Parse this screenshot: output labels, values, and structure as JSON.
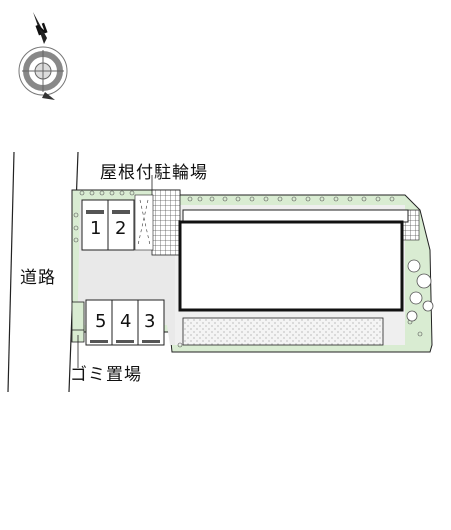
{
  "compass": {
    "north_label": "N",
    "icon": "compass-rose-icon"
  },
  "labels": {
    "road": "道路",
    "bicycle_parking": "屋根付駐輪場",
    "garbage": "ゴミ置場"
  },
  "parking_top": [
    "1",
    "2"
  ],
  "parking_bottom": [
    "5",
    "4",
    "3"
  ],
  "colors": {
    "greenery": "#d9ecd2",
    "paved": "#e9e9e9",
    "outline": "#222222"
  }
}
